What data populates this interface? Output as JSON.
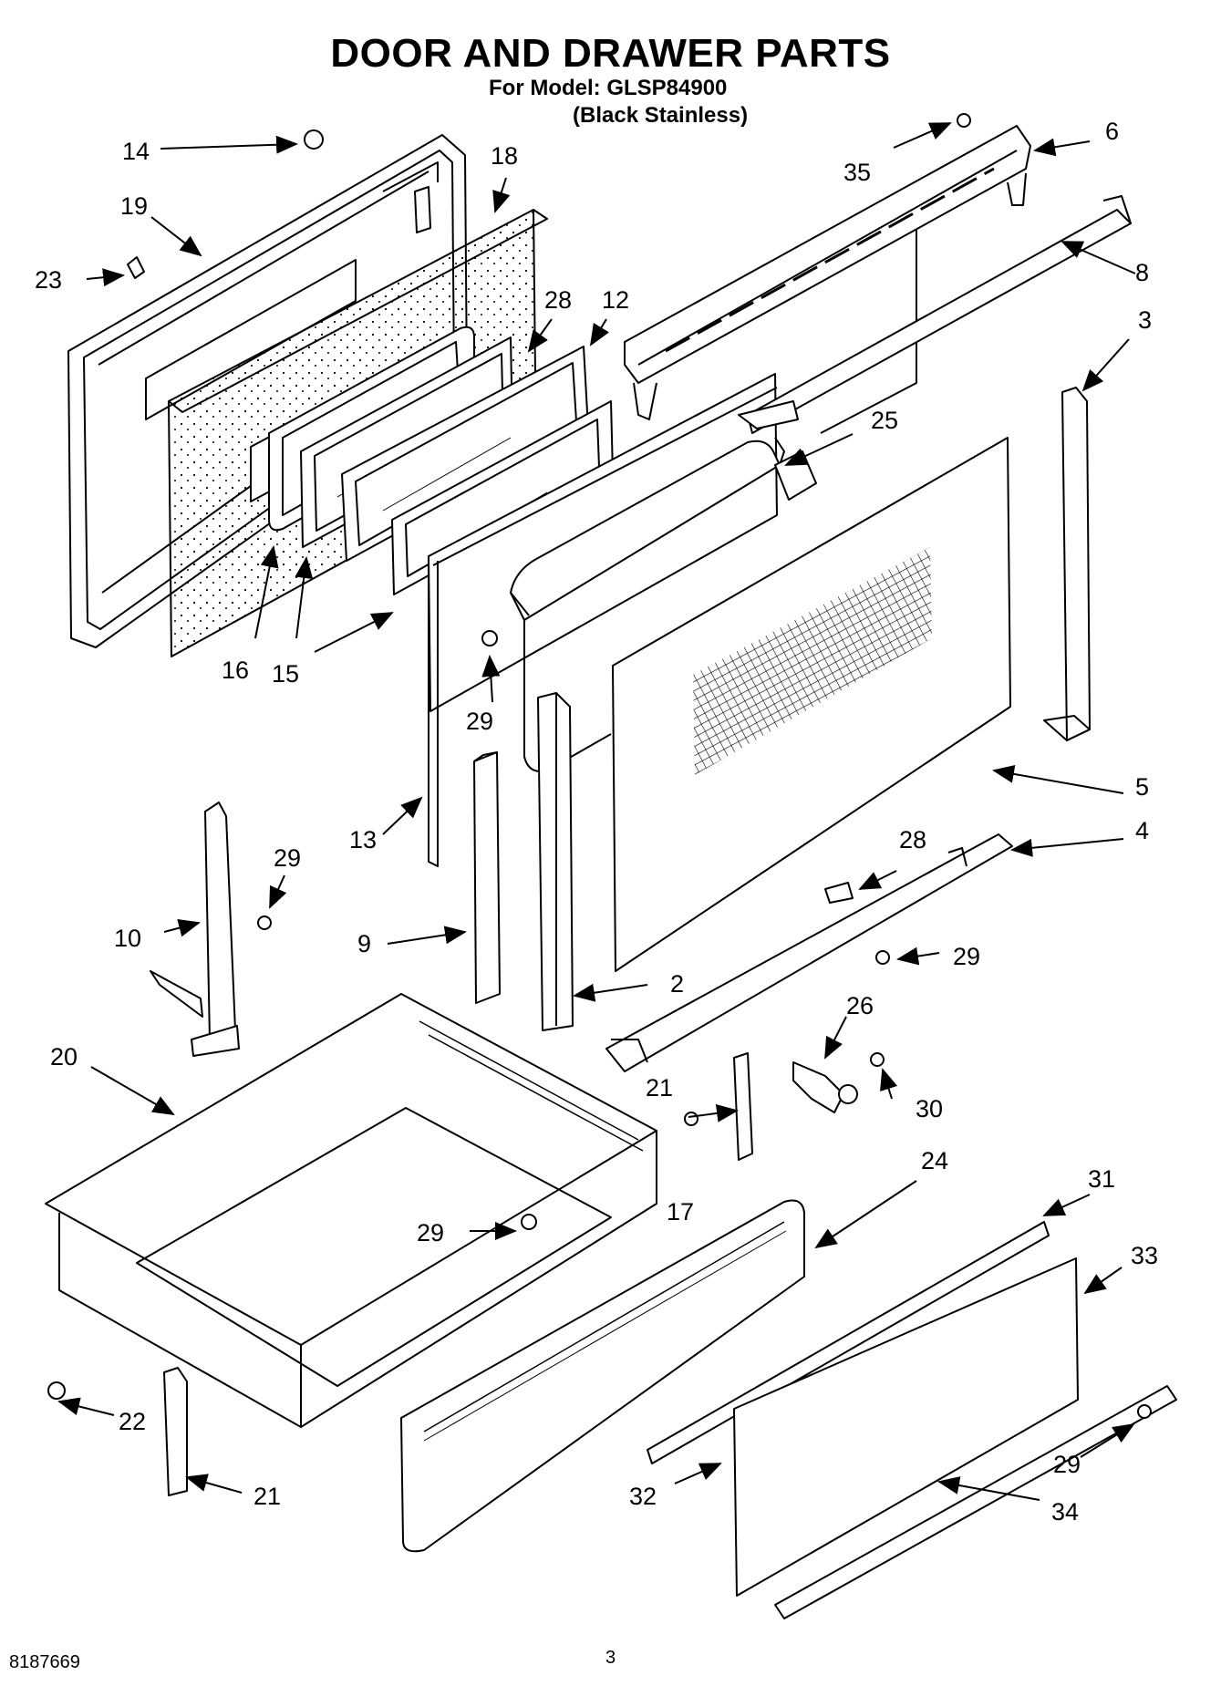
{
  "header": {
    "title": "DOOR AND DRAWER PARTS",
    "model": "For Model: GLSP84900",
    "finish": "(Black Stainless)"
  },
  "footer": {
    "doc_number": "8187669",
    "page": "3"
  },
  "callouts": [
    "14",
    "18",
    "19",
    "23",
    "28",
    "12",
    "16",
    "15",
    "29",
    "13",
    "10",
    "29",
    "9",
    "20",
    "29",
    "17",
    "22",
    "21",
    "35",
    "6",
    "8",
    "3",
    "25",
    "5",
    "4",
    "28",
    "29",
    "2",
    "26",
    "21",
    "30",
    "24",
    "31",
    "33",
    "29",
    "32",
    "34"
  ]
}
